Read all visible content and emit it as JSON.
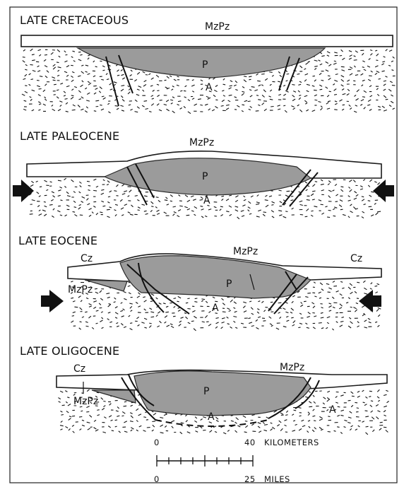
{
  "panels": [
    {
      "title": "LATE CRETACEOUS",
      "labels": {
        "sediment": "MzPz",
        "basin": "P",
        "basement": "A"
      }
    },
    {
      "title": "LATE PALEOCENE",
      "labels": {
        "sediment": "MzPz",
        "basin": "P",
        "basement": "A"
      }
    },
    {
      "title": "LATE EOCENE",
      "labels": {
        "cz_left": "Cz",
        "cz_right": "Cz",
        "sediment": "MzPz",
        "sediment_left": "MzPz",
        "basin": "P",
        "basement": "A"
      }
    },
    {
      "title": "LATE OLIGOCENE",
      "labels": {
        "cz_left": "Cz",
        "sediment": "MzPz",
        "sediment_left": "MzPz",
        "basin": "P",
        "basement": "A",
        "basement_right": "A"
      }
    }
  ],
  "scale": {
    "km_zero": "0",
    "km_max": "40",
    "km_unit": "KILOMETERS",
    "mi_zero": "0",
    "mi_max": "25",
    "mi_unit": "MILES"
  },
  "colors": {
    "basin_fill": "#9b9b9b",
    "line": "#111111",
    "background": "#ffffff"
  }
}
